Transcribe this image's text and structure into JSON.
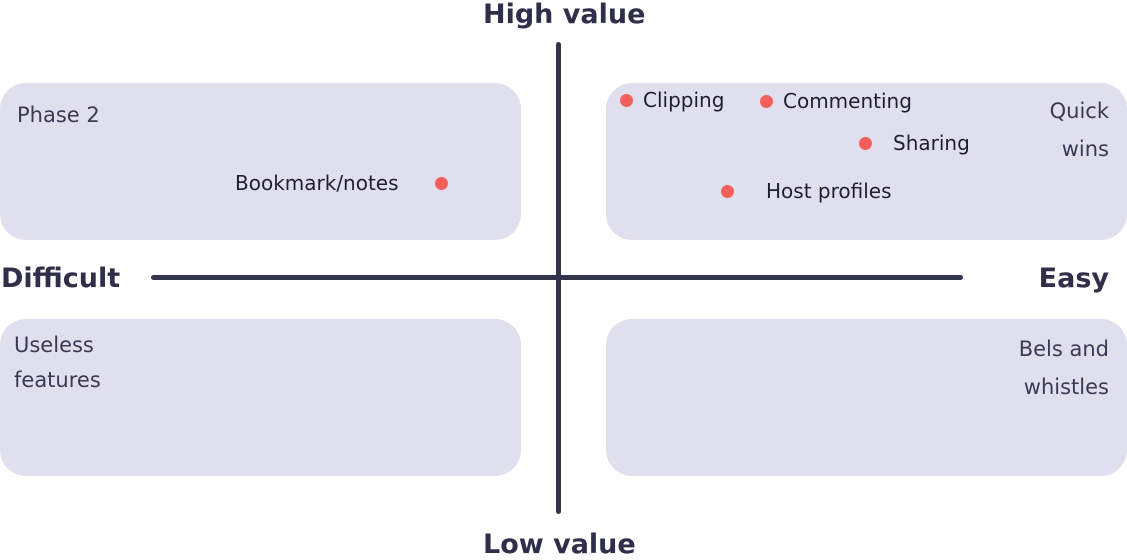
{
  "axes": {
    "top": "High value",
    "bottom": "Low value",
    "left": "Difficult",
    "right": "Easy"
  },
  "quadrants": {
    "top_left": {
      "label": "Phase 2"
    },
    "top_right": {
      "label": "Quick\nwins"
    },
    "bottom_left": {
      "label": "Useless\nfeatures"
    },
    "bottom_right": {
      "label": "Bels and\nwhistles"
    }
  },
  "items": {
    "clipping": "Clipping",
    "commenting": "Commenting",
    "sharing": "Sharing",
    "host_profiles": "Host profiles",
    "bookmark_notes": "Bookmark/notes"
  },
  "colors": {
    "quadrant_bg": "#e0dfed",
    "axis": "#34344e",
    "dot": "#f4605c"
  }
}
